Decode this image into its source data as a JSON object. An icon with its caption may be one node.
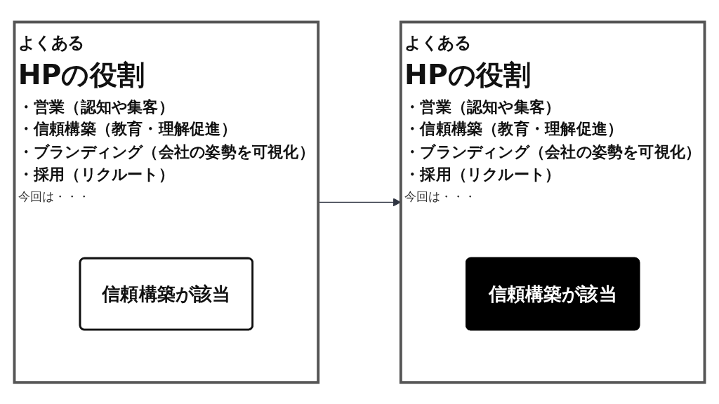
{
  "diagram": {
    "nodes": [
      {
        "text": [
          "よくある",
          "HPの役割",
          "・営業（認知や集客）",
          "・信頼構築（教育・理解促進）",
          "・ブランディング（会社の姿勢を可視化）",
          "・採用（リクルート）",
          "今回は・・・"
        ]
      },
      {
        "text": [
          "信頼構築が該当"
        ],
        "in": 0
      },
      {
        "text": [
          "よくある",
          "HPの役割",
          "・営業（認知や集客）",
          "・信頼構築（教育・理解促進）",
          "・ブランディング（会社の姿勢を可視化）",
          "・採用（リクルート）",
          "今回は・・・"
        ]
      },
      {
        "text": [
          "信頼構築が該当"
        ],
        "in": 2
      }
    ],
    "edges": [
      {
        "from": 0,
        "to": 2,
        "arrow": "to",
        "color": "#2f3542"
      }
    ]
  }
}
